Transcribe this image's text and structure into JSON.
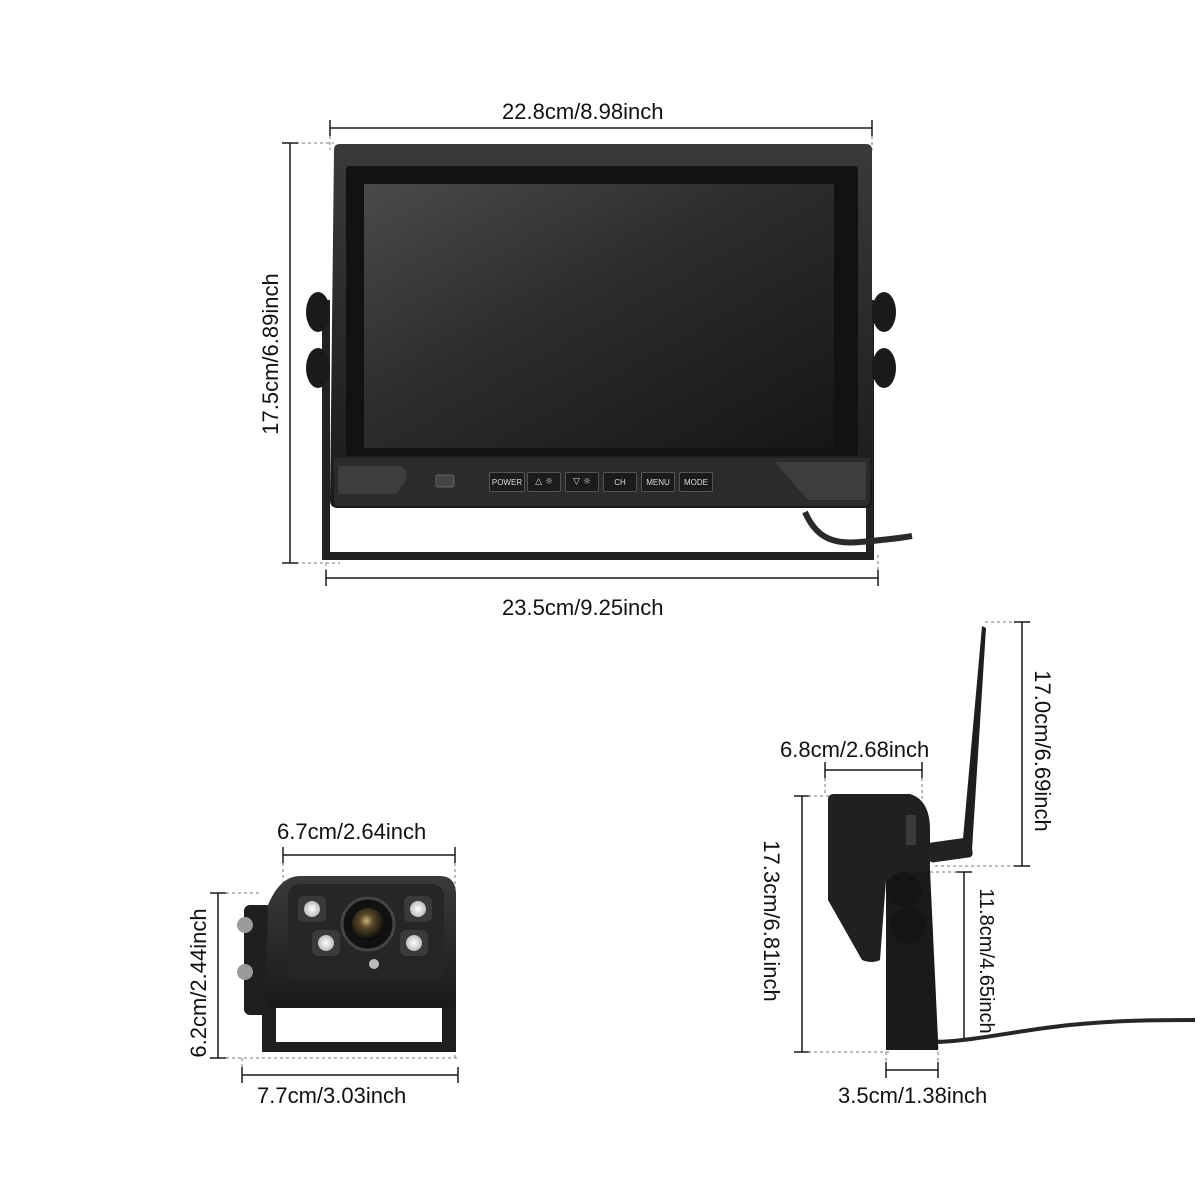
{
  "colors": {
    "background": "#ffffff",
    "dimension_line": "#1a1a1a",
    "device_body": "#1c1c1c",
    "screen": "#2a2a2a",
    "led": "#dcdcdc"
  },
  "monitor": {
    "width_top": "22.8cm/8.98inch",
    "height": "17.5cm/6.89inch",
    "width_bottom": "23.5cm/9.25inch",
    "buttons": {
      "power": "POWER",
      "up_brightness": "△ ☼",
      "down_brightness": "▽ ☼",
      "channel": "CH",
      "menu": "MENU",
      "mode": "MODE"
    }
  },
  "camera": {
    "width_top": "6.7cm/2.64inch",
    "height": "6.2cm/2.44inch",
    "width_bottom": "7.7cm/3.03inch"
  },
  "monitor_side": {
    "depth_top": "6.8cm/2.68inch",
    "antenna_height": "17.0cm/6.69inch",
    "total_height": "17.3cm/6.81inch",
    "bracket_height": "11.8cm/4.65inch",
    "base_depth": "3.5cm/1.38inch"
  }
}
